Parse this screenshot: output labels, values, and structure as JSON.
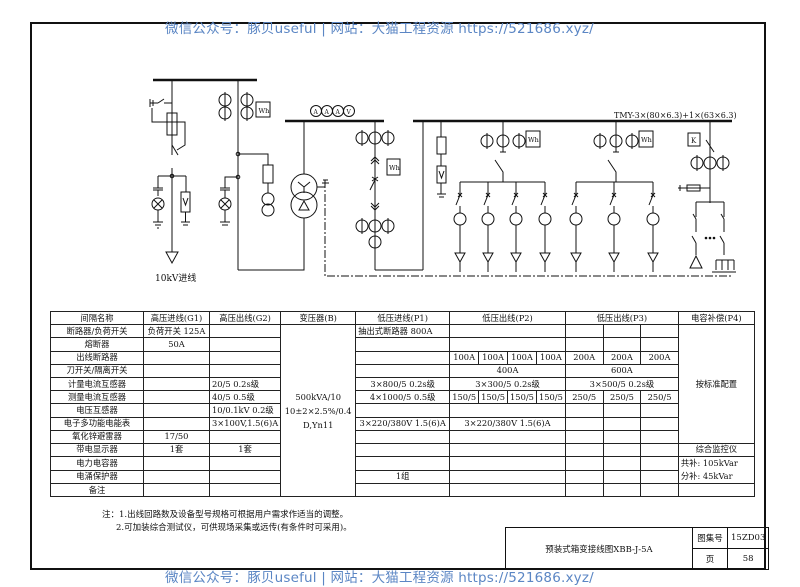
{
  "watermark": {
    "text": "微信公众号：豚贝useful | 网站：大猫工程资源 https://521686.xyz/"
  },
  "diagram": {
    "incoming_label": "10kV进线",
    "busbar_label": "TMY-3×(80×6.3)+1×(63×6.3)",
    "meter_symbols": [
      "A",
      "A",
      "A",
      "V"
    ],
    "energy_meter_label": "Wh",
    "controller_label": "K",
    "voltage_symbol": "V"
  },
  "table": {
    "headers": [
      "间隔名称",
      "高压进线(G1)",
      "高压出线(G2)",
      "变压器(B)",
      "低压进线(P1)",
      "低压出线(P2)",
      "低压出线(P3)",
      "电容补偿(P4)"
    ],
    "row_labels": [
      "断路器/负荷开关",
      "熔断器",
      "出线断路器",
      "刀开关/隔离开关",
      "计量电流互感器",
      "测量电流互感器",
      "电压互感器",
      "电子多功能电能表",
      "氧化锌避雷器",
      "带电显示器",
      "电力电容器",
      "电涌保护器",
      "备注"
    ],
    "g1": {
      "breaker": "负荷开关 125A",
      "fuse": "50A",
      "arrester": "17/50",
      "indicator": "1套"
    },
    "g2": {
      "metering_ct": "20/5   0.2s级",
      "measuring_ct": "40/5   0.5级",
      "vt": "10/0.1kV  0.2级",
      "meter": "3×100V,1.5(6)A",
      "indicator": "1套"
    },
    "transformer": {
      "line1": "500kVA/10",
      "line2": "10±2×2.5%/0.4",
      "line3": "D,Yn11"
    },
    "p1": {
      "breaker": "抽出式断路器   800A",
      "metering_ct": "3×800/5    0.2s级",
      "measuring_ct": "4×1000/5    0.5级",
      "meter": "3×220/380V  1.5(6)A",
      "spd": "1组"
    },
    "p2": {
      "outlet_breakers": [
        "100A",
        "100A",
        "100A",
        "100A"
      ],
      "switch": "400A",
      "metering_ct": "3×300/5    0.2s级",
      "measuring_ct": [
        "150/5",
        "150/5",
        "150/5",
        "150/5"
      ],
      "meter": "3×220/380V  1.5(6)A"
    },
    "p3": {
      "outlet_breakers": [
        "200A",
        "200A",
        "200A"
      ],
      "switch": "600A",
      "metering_ct": "3×500/5    0.2s级",
      "measuring_ct": [
        "250/5",
        "250/5",
        "250/5"
      ]
    },
    "p4": {
      "standard": "按标准配置",
      "monitor": "综合监控仪",
      "common": "共补: 105kVar",
      "split": "分补: 45kVar"
    }
  },
  "notes": {
    "n1": "注：1.出线回路数及设备型号规格可根据用户需求作适当的调整。",
    "n2": "2.可加装综合测试仪，可供现场采集或远传(有条件时可采用)。"
  },
  "title_block": {
    "title": "预装式箱变接线图XBB-J-5A",
    "atlas_label": "图集号",
    "atlas_no": "15ZD03",
    "page_label": "页",
    "page_no": "58"
  }
}
